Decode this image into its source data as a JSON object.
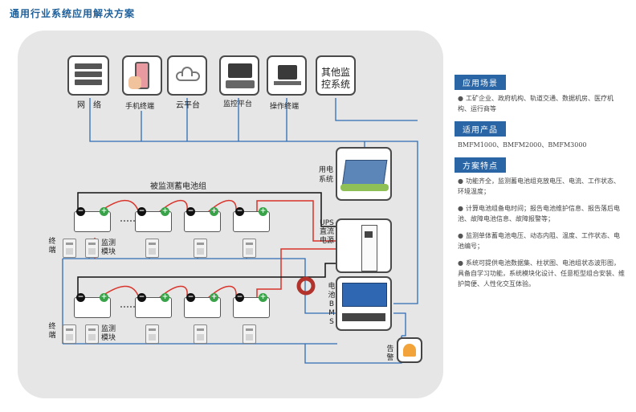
{
  "page_title": "通用行业系统应用解决方案",
  "top_devices": {
    "network": "网　络",
    "phone": "手机终端",
    "cloud": "云平台",
    "monitor": "监控平台",
    "operator": "操作终端",
    "other_line1": "其他监",
    "other_line2": "控系统"
  },
  "labels": {
    "battery_group": "被监测蓄电池组",
    "load_system": "用电\n系统",
    "ups_line1": "UPS",
    "ups_line2": "直流",
    "ups_line3": "电源",
    "bms": [
      "电",
      "池",
      "B",
      "M",
      "S"
    ],
    "alarm": [
      "告",
      "警"
    ],
    "terminal": [
      "终",
      "端"
    ],
    "monitor_module_1": "监测",
    "monitor_module_2": "模块"
  },
  "panel": {
    "section1_title": "应用场景",
    "section1_text": "工矿企业、政府机构、轨道交通、数据机房、医疗机构、运行商等",
    "section2_title": "适用产品",
    "section2_text": "BMFM1000、BMFM2000、BMFM3000",
    "section3_title": "方案特点",
    "features": [
      "功能齐全，监测蓄电池组充放电压、电流、工作状态、环境温度；",
      "计算电池组备电时间；报告电池维护信息、报告落后电池、故障电池信息、故障报警等；",
      "监测单体蓄电池电压、动态内阻、温度、工作状态、电池编号；",
      "系统可提供电池数据集、柱状图、电池组状态波形图，具备自学习功能，系统模块化设计、任意柜型组合安装、维护简便、人性化交互体验。"
    ]
  },
  "colors": {
    "accent": "#2a66a6",
    "wire_blue": "#2f6db5",
    "wire_red": "#d9342b",
    "wire_black": "#111111",
    "positive": "#3aa34a"
  }
}
